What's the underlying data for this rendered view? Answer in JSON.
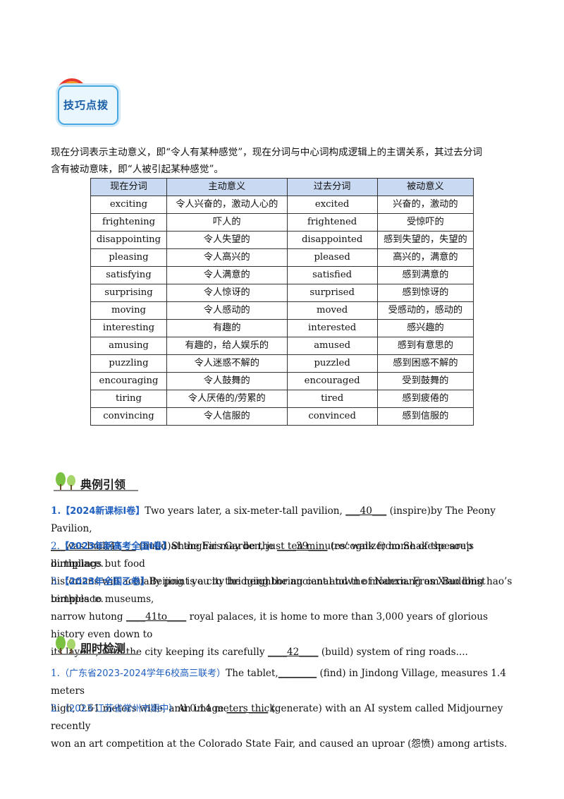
{
  "badge": {
    "label": "技巧点拨"
  },
  "intro": {
    "line1": "现在分词表示主动意义，即“令人有某种感觉”，现在分词与中心词构成逻辑上的主谓关系，其过去分词",
    "line2": "含有被动意味，即“人被引起某种感觉”。"
  },
  "table": {
    "headers": [
      "现在分词",
      "主动意义",
      "过去分词",
      "被动意义"
    ],
    "rows": [
      [
        "exciting",
        "令人兴奋的，激动人心的",
        "excited",
        "兴奋的，激动的"
      ],
      [
        "frightening",
        "吓人的",
        "frightened",
        "受惊吓的"
      ],
      [
        "disappointing",
        "令人失望的",
        "disappointed",
        "感到失望的，失望的"
      ],
      [
        "pleasing",
        "令人高兴的",
        "pleased",
        "高兴的，满意的"
      ],
      [
        "satisfying",
        "令人满意的",
        "satisfied",
        "感到满意的"
      ],
      [
        "surprising",
        "令人惊讶的",
        "surprised",
        "感到惊讶的"
      ],
      [
        "moving",
        "令人感动的",
        "moved",
        "受感动的，感动的"
      ],
      [
        "interesting",
        "有趣的",
        "interested",
        "感兴趣的"
      ],
      [
        "amusing",
        "有趣的，给人娱乐的",
        "amused",
        "感到有意思的"
      ],
      [
        "puzzling",
        "令人迷惑不解的",
        "puzzled",
        "感到困惑不解的"
      ],
      [
        "encouraging",
        "令人鼓舞的",
        "encouraged",
        "受到鼓舞的"
      ],
      [
        "tiring",
        "令人厌倦的/劳累的",
        "tired",
        "感到疲倦的"
      ],
      [
        "convincing",
        "令人信服的",
        "convinced",
        "感到信服的"
      ]
    ]
  },
  "examples": {
    "title": "典例引领",
    "items": [
      {
        "num": "1.",
        "source": "【2024新课标Ⅰ卷】",
        "l1a": "Two years later, a six-meter-tall pavilion, ",
        "b1": "___40___",
        "l1b": " (inspire)by The Peony Pavilion,",
        "b2": "___was built41___",
        "l2": " (build)at the Firs Garden, just ten minutes’ walk from Shakespeare’s birthplace."
      },
      {
        "num": "2.",
        "source": "【2023年新高考全国Ⅰ卷】",
        "l1a": "Shanghai may be the ",
        "b1": "____39____",
        "l1b": " (recognize) home of the soup dumplings but food",
        "l2": "historians will actually point you to the neighboring canal town of Nanxiang as Xiao long hao’s birthplace."
      },
      {
        "num": "3.",
        "source": "【2023年全国乙卷】",
        "l1": "Beijing is a city bridging the ancient and the modern. From Buddhist temples to museums,",
        "l2a": "narrow hutong ",
        "b1": "____41to____",
        "l2b": " royal palaces, it is home to more than 3,000 years of glorious history even down to",
        "l3a": "its layout, with the city keeping its carefully ",
        "b2": "____42____",
        "l3b": " (build) system of ring roads...."
      }
    ]
  },
  "quiz": {
    "title": "即时检测",
    "items": [
      {
        "num": "1.",
        "source": "（广东省2023-2024学年6校高三联考）",
        "l1a": "The tablet,",
        "b1": "________",
        "l1b": " (find) in Jindong Village, measures 1.4 meters",
        "l2": "high, 0.61 meters wide, and 0.14 meters thick."
      },
      {
        "num": "2.",
        "source": "（2023·江苏省常州市期中）",
        "l1a": "An image ",
        "b1": "____ ____",
        "l1b": " (generate) with an AI system called Midjourney recently",
        "l2": "won an art competition at the Colorado State Fair, and caused an uproar (怨愤) among artists."
      }
    ]
  },
  "colors": {
    "accent": "#1f5fbf",
    "tableHeader": "#c9d9f1",
    "badgeBorder": "#4aa8e0"
  }
}
